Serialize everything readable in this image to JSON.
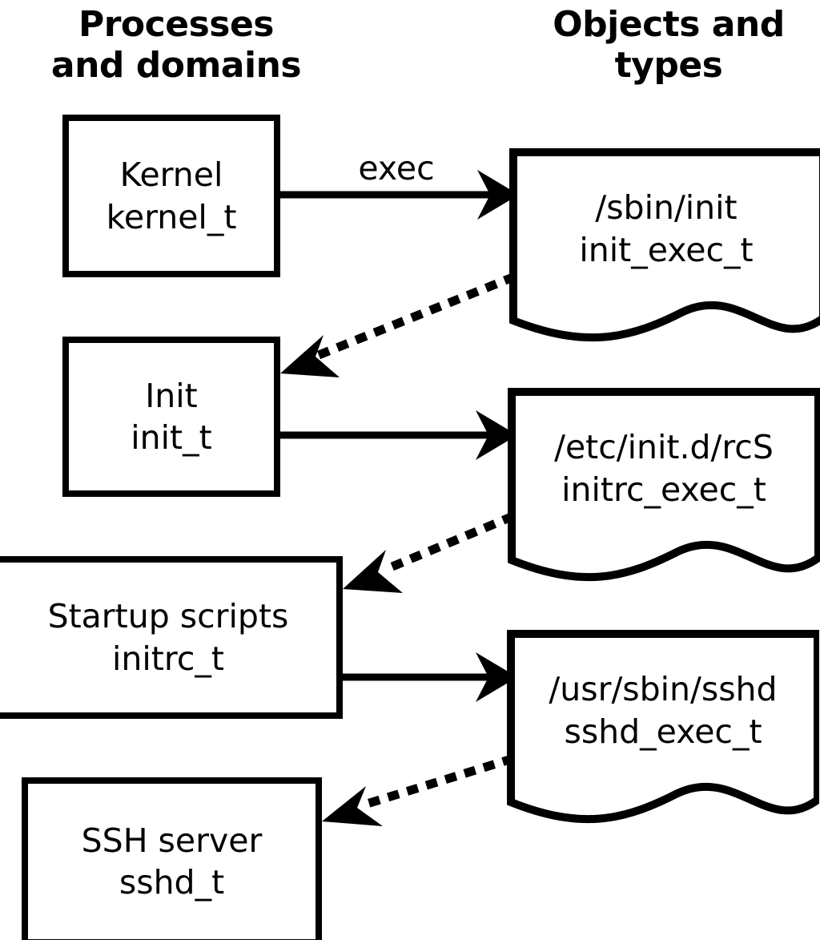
{
  "diagram": {
    "title_columns": {
      "left": "Processes\nand domains",
      "right": "Objects and\ntypes"
    },
    "colors": {
      "stroke": "#000000",
      "fill": "#ffffff",
      "text": "#000000"
    },
    "process_nodes": [
      {
        "id": "kernel",
        "name": "Kernel",
        "type": "kernel_t"
      },
      {
        "id": "init",
        "name": "Init",
        "type": "init_t"
      },
      {
        "id": "initrc",
        "name": "Startup scripts",
        "type": "initrc_t"
      },
      {
        "id": "sshd",
        "name": "SSH server",
        "type": "sshd_t"
      }
    ],
    "object_nodes": [
      {
        "id": "init_exec",
        "path": "/sbin/init",
        "type": "init_exec_t"
      },
      {
        "id": "initrc_exec",
        "path": "/etc/init.d/rcS",
        "type": "initrc_exec_t"
      },
      {
        "id": "sshd_exec",
        "path": "/usr/sbin/sshd",
        "type": "sshd_exec_t"
      }
    ],
    "edges": [
      {
        "id": "e1",
        "from": "kernel",
        "to": "init_exec",
        "style": "solid",
        "label": "exec"
      },
      {
        "id": "e2",
        "from": "init_exec",
        "to": "init",
        "style": "dotted",
        "label": ""
      },
      {
        "id": "e3",
        "from": "init",
        "to": "initrc_exec",
        "style": "solid",
        "label": ""
      },
      {
        "id": "e4",
        "from": "initrc_exec",
        "to": "initrc",
        "style": "dotted",
        "label": ""
      },
      {
        "id": "e5",
        "from": "initrc",
        "to": "sshd_exec",
        "style": "solid",
        "label": ""
      },
      {
        "id": "e6",
        "from": "sshd_exec",
        "to": "sshd",
        "style": "dotted",
        "label": ""
      }
    ]
  }
}
